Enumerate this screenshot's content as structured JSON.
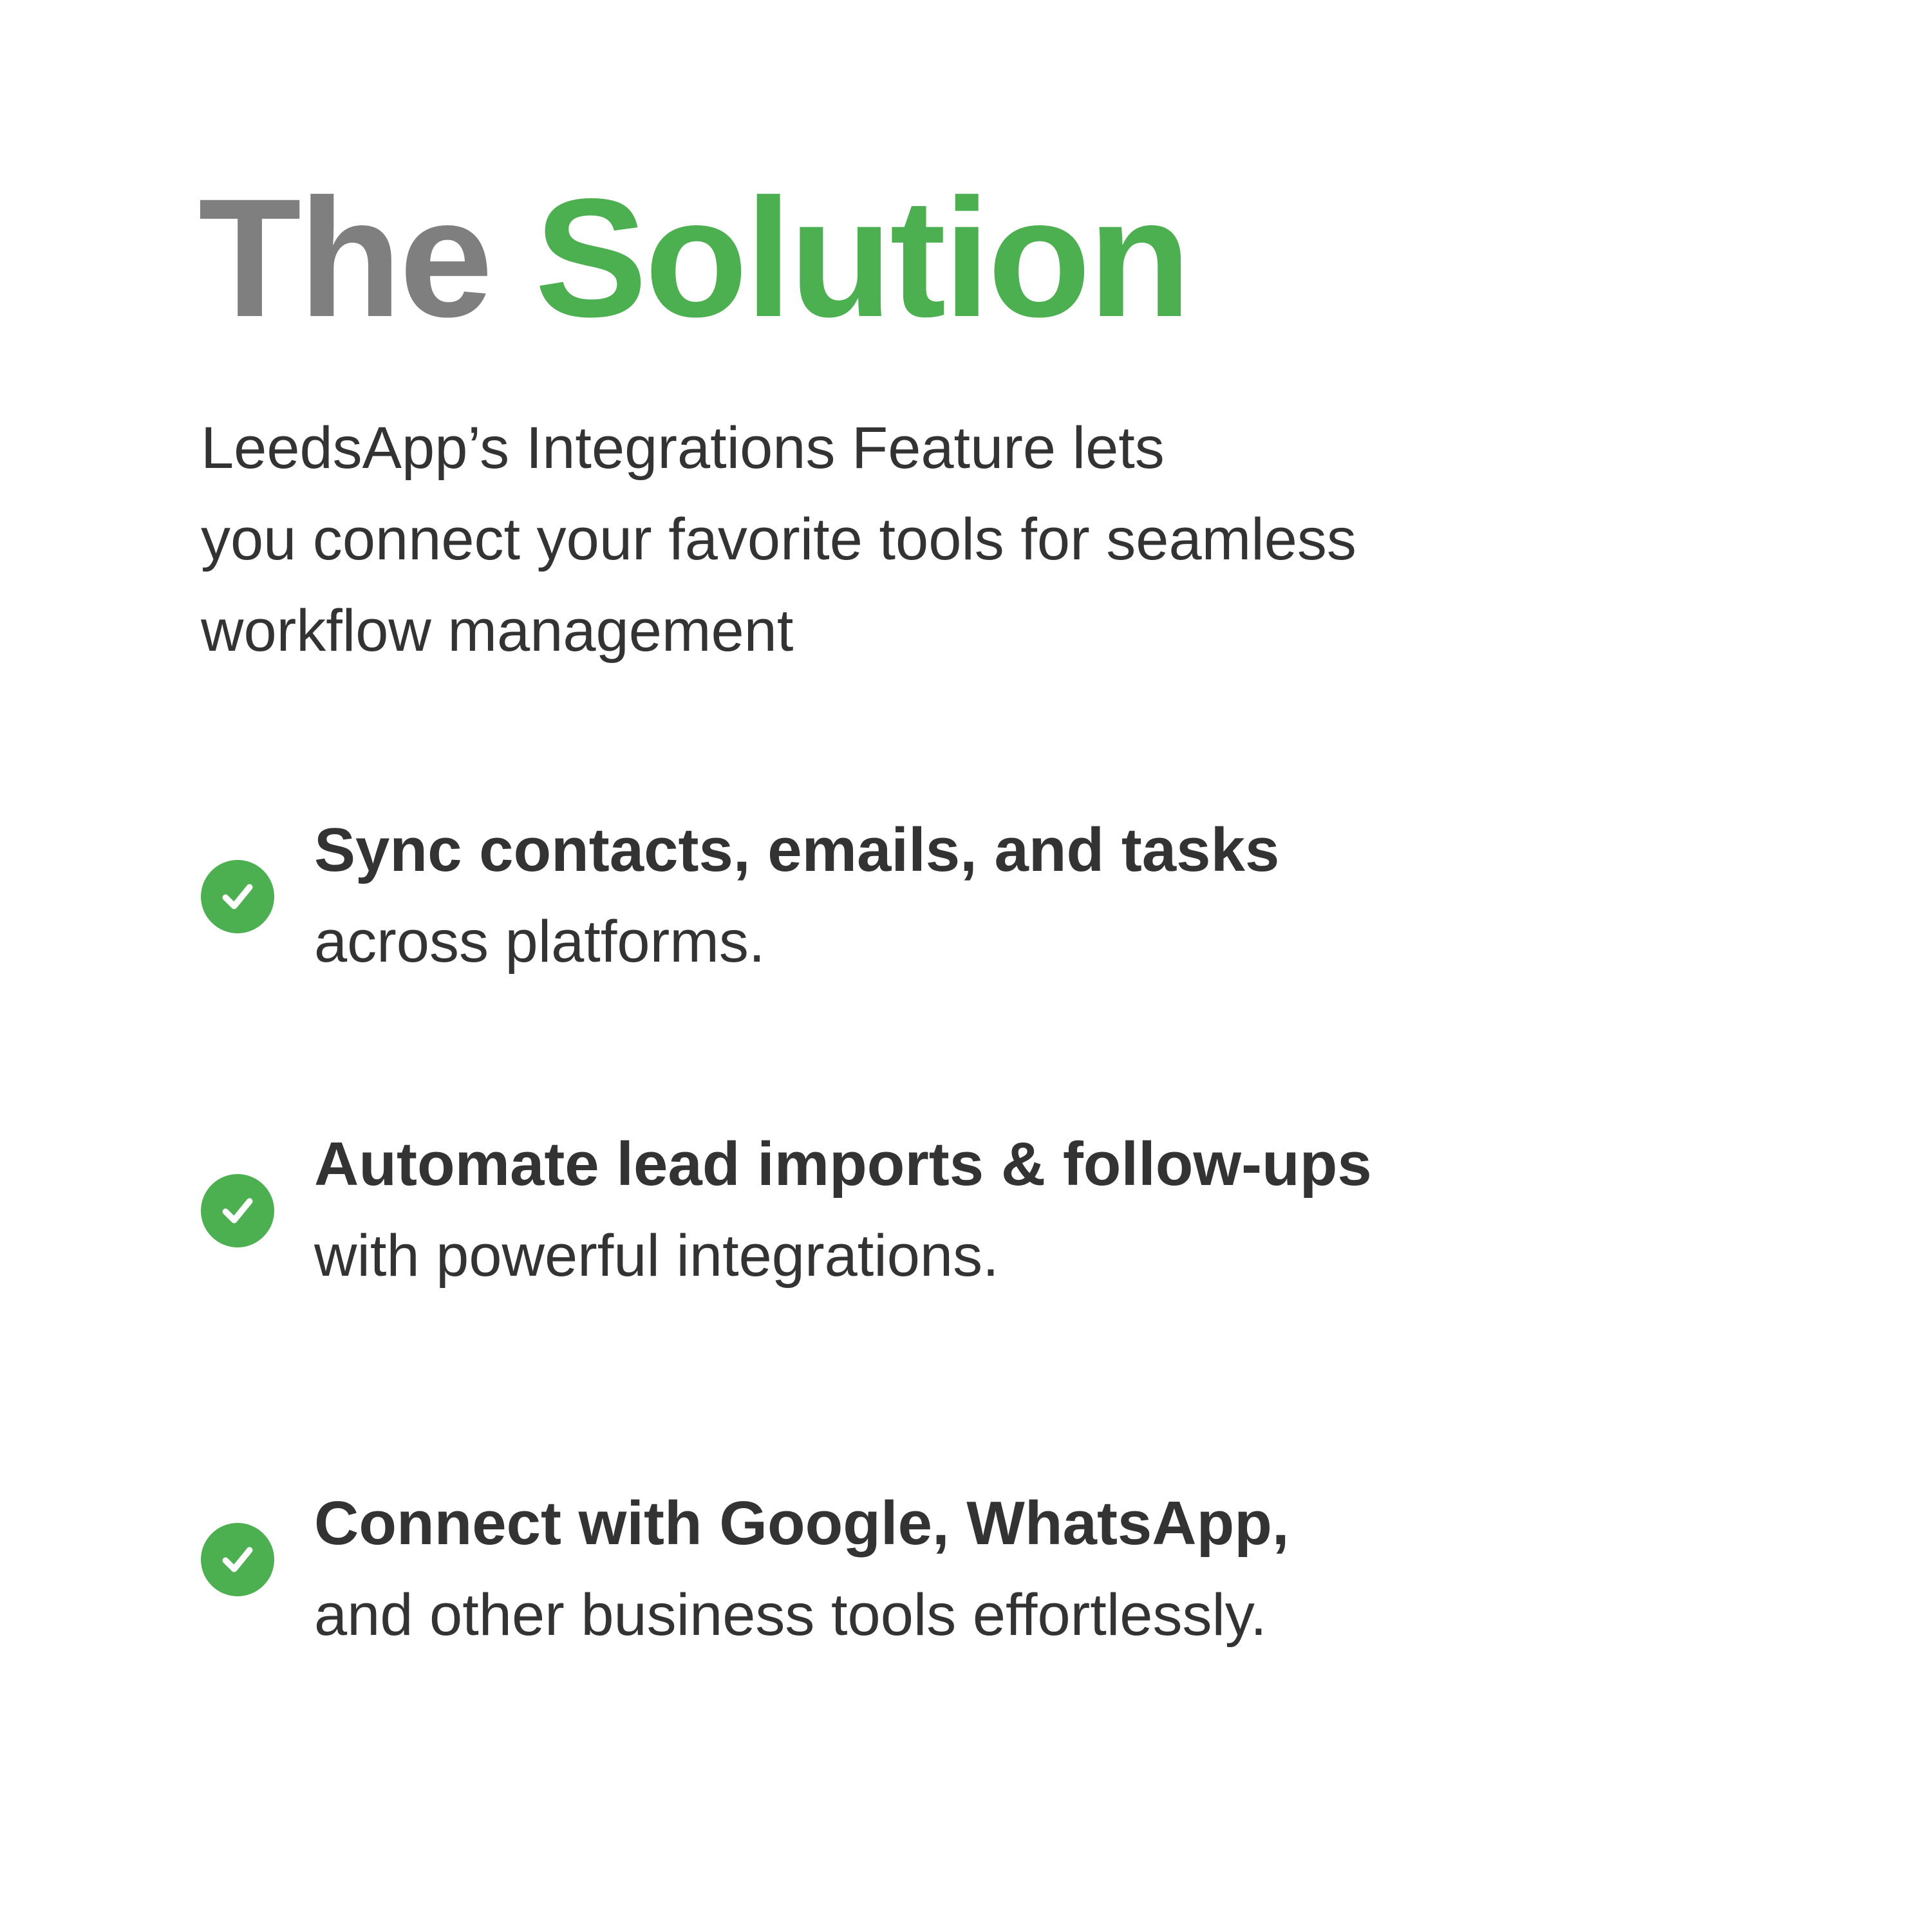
{
  "title": {
    "word_1": "The",
    "word_2": "Solution"
  },
  "intro": {
    "lines": [
      "LeedsApp’s Integrations Feature lets",
      "you connect your favorite tools for seamless",
      "workflow management"
    ]
  },
  "features": [
    {
      "icon": "check-circle-icon",
      "heading": "Sync contacts, emails, and tasks",
      "sub": "across platforms."
    },
    {
      "icon": "check-circle-icon",
      "heading": "Automate lead imports & follow-ups",
      "sub": "with powerful integrations."
    },
    {
      "icon": "check-circle-icon",
      "heading": "Connect with Google, WhatsApp,",
      "sub": "and other business tools effortlessly."
    }
  ],
  "colors": {
    "accent": "#4caf50",
    "title_gray": "#7f7f7f",
    "text": "#333333",
    "background": "#ffffff"
  }
}
